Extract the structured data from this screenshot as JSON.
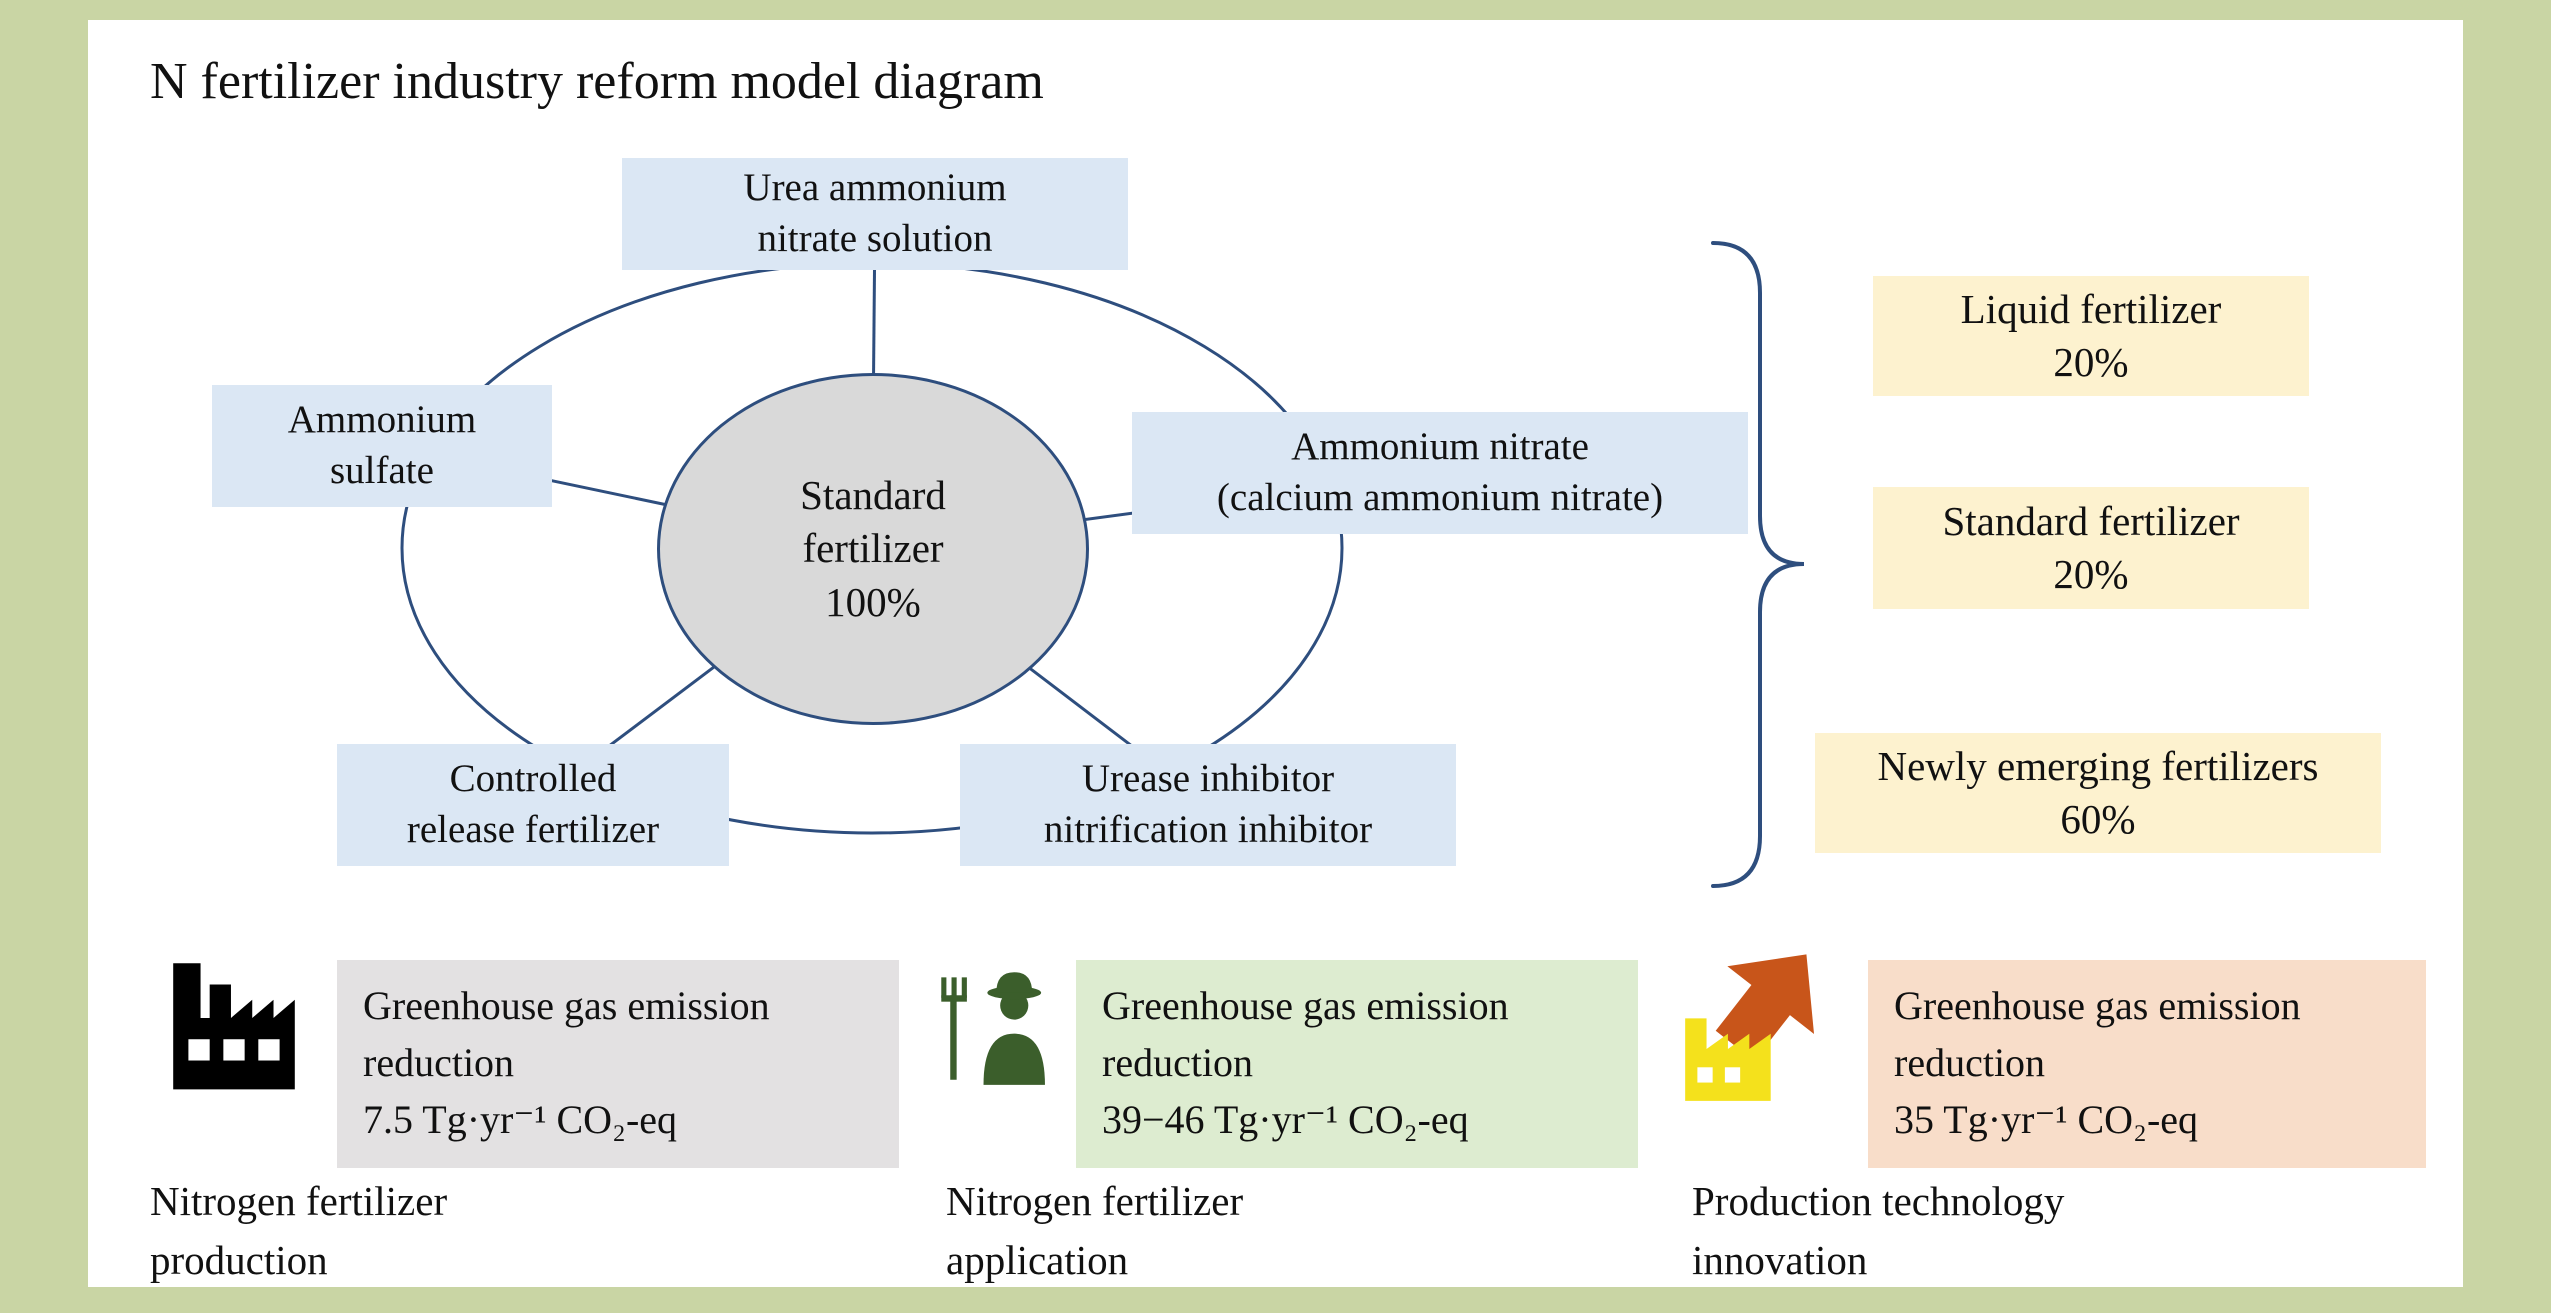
{
  "title": "N fertilizer industry reform model diagram",
  "hub": {
    "label": "Standard\nfertilizer\n100%"
  },
  "nodes": {
    "top": "Urea ammonium\nnitrate solution",
    "left": "Ammonium\nsulfate",
    "right": "Ammonium nitrate\n(calcium ammonium nitrate)",
    "bottom_left": "Controlled\nrelease fertilizer",
    "bottom_right": "Urease inhibitor\nnitrification inhibitor"
  },
  "outputs": [
    {
      "label": "Liquid fertilizer\n20%"
    },
    {
      "label": "Standard fertilizer\n20%"
    },
    {
      "label": "Newly emerging fertilizers\n60%"
    }
  ],
  "sections": [
    {
      "icon": "factory-icon",
      "box_text": "Greenhouse gas emission\nreduction\n7.5 Tg·yr⁻¹ CO₂-eq",
      "caption": "Nitrogen fertilizer\nproduction"
    },
    {
      "icon": "farmer-icon",
      "box_text": "Greenhouse gas emission\nreduction\n39−46 Tg·yr⁻¹ CO₂-eq",
      "caption": "Nitrogen fertilizer\napplication"
    },
    {
      "icon": "innovation-arrow-icon",
      "box_text": "Greenhouse gas emission\nreduction\n35 Tg·yr⁻¹ CO₂-eq",
      "caption": "Production technology\ninnovation"
    }
  ],
  "colors": {
    "background": "#c9d5a4",
    "panel": "#ffffff",
    "node_fill": "#dbe7f4",
    "hub_fill": "#d9d9d9",
    "line": "#2e4e7e",
    "output_fill": "#fdf2cf",
    "production_fill": "#e3e1e2",
    "application_fill": "#ddecd0",
    "innovation_fill": "#f8ddc9",
    "factory_icon": "#000000",
    "farmer_icon": "#3b5e2b",
    "arrow_icon": "#c8551a",
    "small_factory_icon": "#f4e11c"
  }
}
